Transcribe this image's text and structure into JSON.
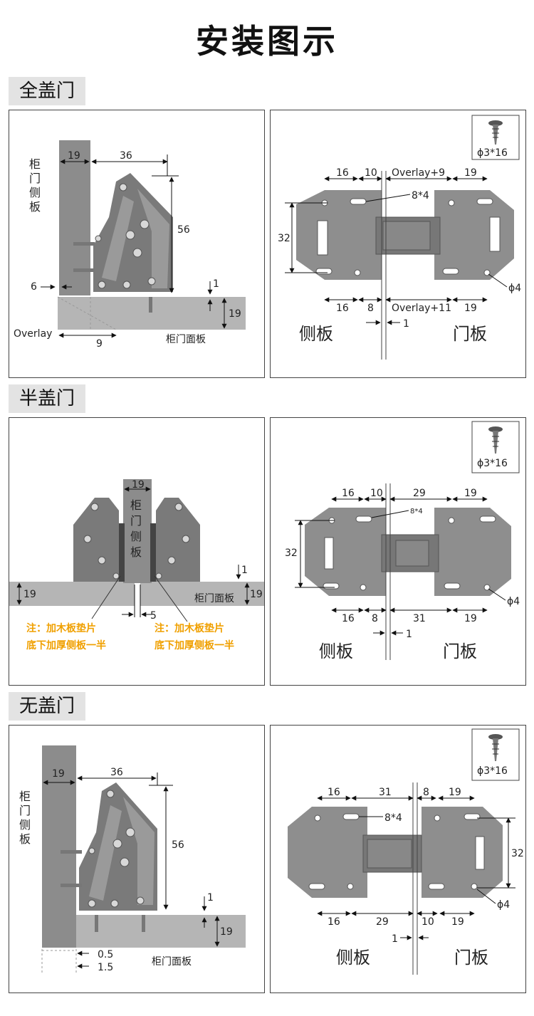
{
  "page_title": "安装图示",
  "sections": [
    {
      "label": "全盖门",
      "left": {
        "side_panel": "柜门侧板",
        "door_panel": "柜门面板",
        "dims": {
          "w19": "19",
          "w36": "36",
          "h56": "56",
          "d6": "6",
          "d1": "1",
          "t19": "19",
          "ov": "Overlay",
          "d9": "9"
        }
      },
      "right": {
        "screw": "ϕ3*16",
        "side": "侧板",
        "door": "门板",
        "dims": {
          "t16": "16",
          "t10": "10",
          "tov": "Overlay+9",
          "t19": "19",
          "slot": "8*4",
          "h32": "32",
          "b16": "16",
          "b8": "8",
          "bov": "Overlay+11",
          "b19": "19",
          "hole": "ϕ4",
          "gap": "1"
        }
      }
    },
    {
      "label": "半盖门",
      "left": {
        "side_panel": "柜门侧板",
        "door_panel": "柜门面板",
        "note1": "注：加木板垫片",
        "note2": "底下加厚侧板一半",
        "dims": {
          "w19": "19",
          "l19": "19",
          "r19": "19",
          "d1": "1",
          "d5": "5"
        }
      },
      "right": {
        "screw": "ϕ3*16",
        "side": "侧板",
        "door": "门板",
        "dims": {
          "t16": "16",
          "t10": "10",
          "t29": "29",
          "t19": "19",
          "slot": "8*4",
          "h32": "32",
          "b16": "16",
          "b8": "8",
          "b31": "31",
          "b19": "19",
          "hole": "ϕ4",
          "gap": "1"
        }
      }
    },
    {
      "label": "无盖门",
      "left": {
        "side_panel": "柜门侧板",
        "door_panel": "柜门面板",
        "dims": {
          "w19": "19",
          "w36": "36",
          "h56": "56",
          "d1": "1",
          "t19": "19",
          "d05": "0.5",
          "d15": "1.5"
        }
      },
      "right": {
        "screw": "ϕ3*16",
        "side": "侧板",
        "door": "门板",
        "dims": {
          "t16": "16",
          "t31": "31",
          "t8": "8",
          "t19": "19",
          "slot": "8*4",
          "h32": "32",
          "b16": "16",
          "b29": "29",
          "b10": "10",
          "b19": "19",
          "hole": "ϕ4",
          "gap": "1"
        }
      }
    }
  ]
}
